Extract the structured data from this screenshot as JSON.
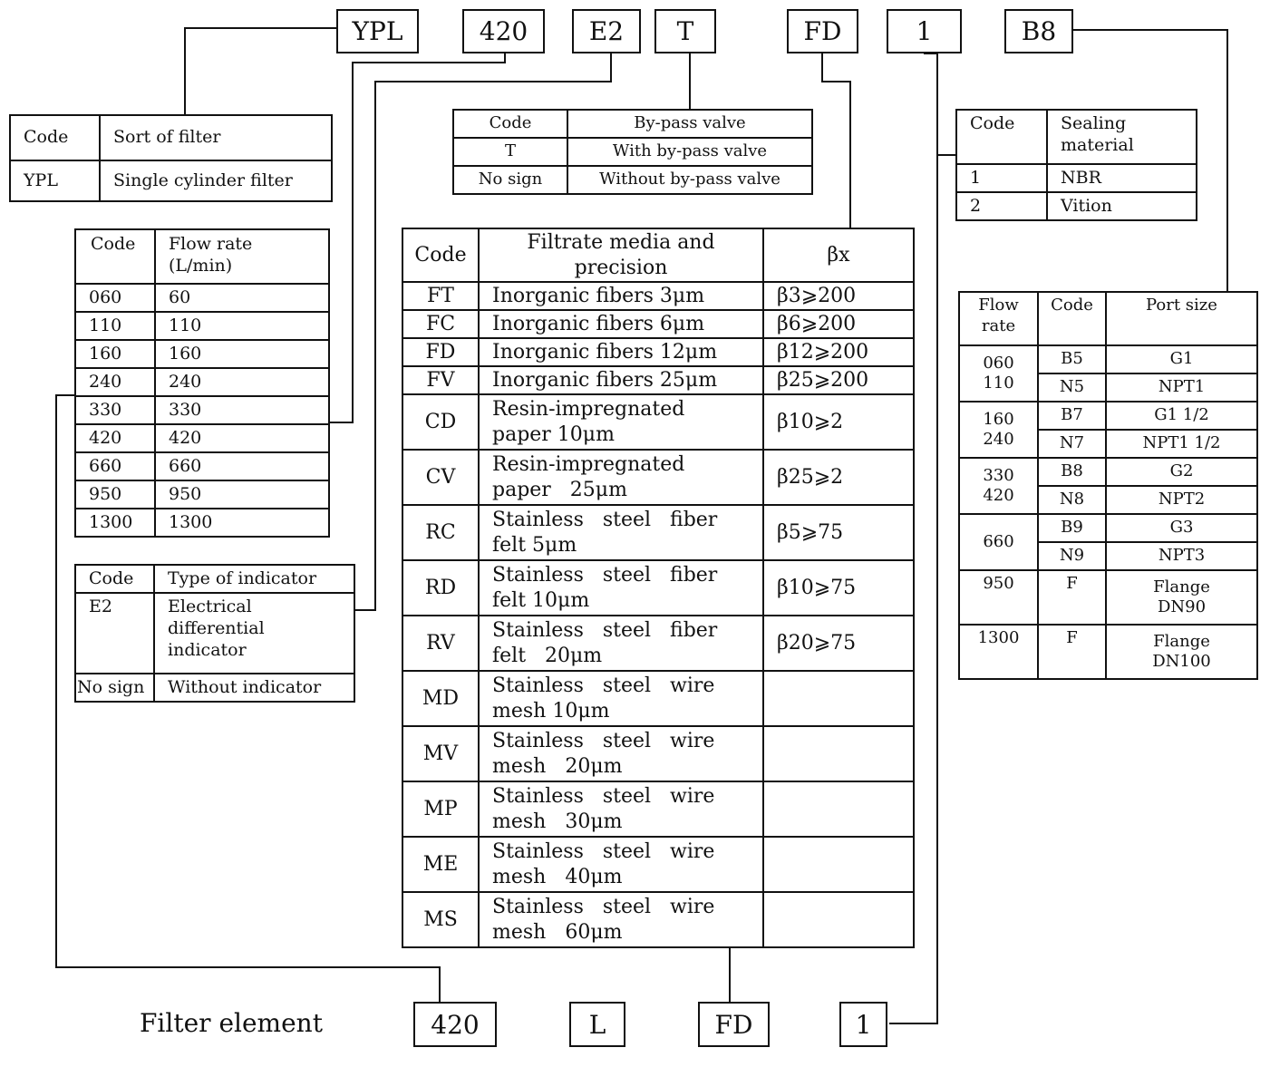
{
  "model_code": [
    "YPL",
    "420",
    "E2",
    "T",
    "FD",
    "1",
    "B8"
  ],
  "element_label": "Filter element",
  "element_code": [
    "420",
    "L",
    "FD",
    "1"
  ],
  "filter_sort": {
    "headers": [
      "Code",
      "Sort of filter"
    ],
    "rows": [
      [
        "YPL",
        "Single cylinder filter"
      ]
    ]
  },
  "bypass": {
    "headers": [
      "Code",
      "By-pass valve"
    ],
    "rows": [
      [
        "T",
        "With by-pass valve"
      ],
      [
        "No sign",
        "Without by-pass valve"
      ]
    ]
  },
  "flow": {
    "headers": [
      "Code",
      "Flow rate\n(L/min)"
    ],
    "rows": [
      [
        "060",
        "60"
      ],
      [
        "110",
        "110"
      ],
      [
        "160",
        "160"
      ],
      [
        "240",
        "240"
      ],
      [
        "330",
        "330"
      ],
      [
        "420",
        "420"
      ],
      [
        "660",
        "660"
      ],
      [
        "950",
        "950"
      ],
      [
        "1300",
        "1300"
      ]
    ]
  },
  "indicator": {
    "headers": [
      "Code",
      "Type of indicator"
    ],
    "rows": [
      [
        "E2",
        "Electrical\ndifferential\nindicator"
      ],
      [
        "No sign",
        "Without indicator"
      ]
    ]
  },
  "media": {
    "headers": [
      "Code",
      "Filtrate media and\nprecision",
      "βx"
    ],
    "rows": [
      [
        "FT",
        "Inorganic fibers 3μm",
        "β3⩾200"
      ],
      [
        "FC",
        "Inorganic fibers 6μm",
        "β6⩾200"
      ],
      [
        "FD",
        "Inorganic fibers 12μm",
        "β12⩾200"
      ],
      [
        "FV",
        "Inorganic fibers 25μm",
        "β25⩾200"
      ],
      [
        "CD",
        "Resin-impregnated\npaper 10μm",
        "β10⩾2"
      ],
      [
        "CV",
        "Resin-impregnated\npaper   25μm",
        "β25⩾2"
      ],
      [
        "RC",
        "Stainless   steel   fiber\nfelt 5μm",
        "β5⩾75"
      ],
      [
        "RD",
        "Stainless   steel   fiber\nfelt 10μm",
        "β10⩾75"
      ],
      [
        "RV",
        "Stainless   steel   fiber\nfelt   20μm",
        "β20⩾75"
      ],
      [
        "MD",
        "Stainless   steel   wire\nmesh 10μm",
        ""
      ],
      [
        "MV",
        "Stainless   steel   wire\nmesh   20μm",
        ""
      ],
      [
        "MP",
        "Stainless   steel   wire\nmesh   30μm",
        ""
      ],
      [
        "ME",
        "Stainless   steel   wire\nmesh   40μm",
        ""
      ],
      [
        "MS",
        "Stainless   steel   wire\nmesh   60μm",
        ""
      ]
    ]
  },
  "sealing": {
    "headers": [
      "Code",
      "Sealing\nmaterial"
    ],
    "rows": [
      [
        "1",
        "NBR"
      ],
      [
        "2",
        "Vition"
      ]
    ]
  },
  "port": {
    "headers": [
      "Flow\nrate",
      "Code",
      "Port size"
    ],
    "flows": [
      "060\n110",
      "160\n240",
      "330\n420",
      "660",
      "950",
      "1300"
    ],
    "rows": [
      [
        "B5",
        "G1"
      ],
      [
        "N5",
        "NPT1"
      ],
      [
        "B7",
        "G1 1/2"
      ],
      [
        "N7",
        "NPT1 1/2"
      ],
      [
        "B8",
        "G2"
      ],
      [
        "N8",
        "NPT2"
      ],
      [
        "B9",
        "G3"
      ],
      [
        "N9",
        "NPT3"
      ],
      [
        "F",
        "Flange\nDN90"
      ],
      [
        "F",
        "Flange\nDN100"
      ]
    ]
  }
}
